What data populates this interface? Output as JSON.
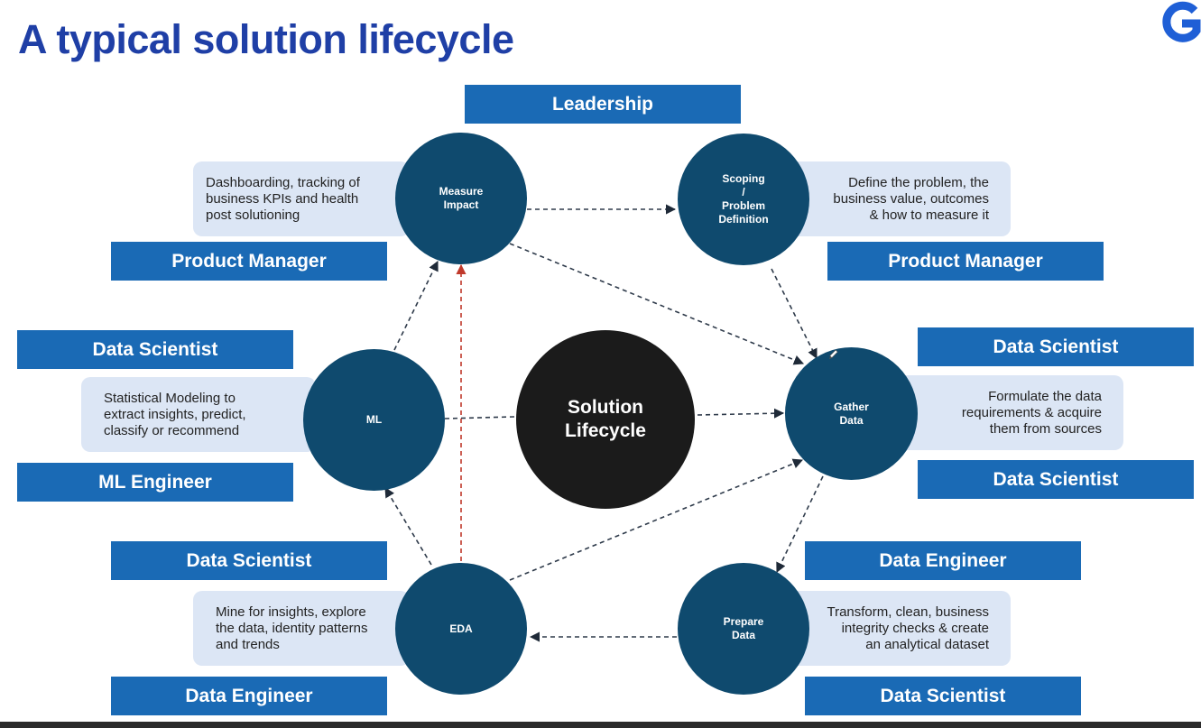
{
  "title": "A typical solution lifecycle",
  "roles": {
    "leadership": "Leadership",
    "measure_pm": "Product Manager",
    "scoping_pm": "Product Manager",
    "ml_ds": "Data Scientist",
    "ml_mle": "ML Engineer",
    "gather_ds_top": "Data Scientist",
    "gather_ds_bottom": "Data Scientist",
    "eda_ds": "Data Scientist",
    "eda_de": "Data Engineer",
    "prepare_de": "Data Engineer",
    "prepare_ds": "Data Scientist"
  },
  "descriptions": {
    "measure": [
      "Dashboarding, tracking of",
      "business KPIs and health",
      "post solutioning"
    ],
    "scoping": [
      "Define the problem, the",
      "business value, outcomes",
      "& how to measure it"
    ],
    "ml": [
      "Statistical Modeling to",
      "extract insights, predict,",
      "classify or recommend"
    ],
    "gather": [
      "Formulate the data",
      "requirements & acquire",
      "them from sources"
    ],
    "eda": [
      "Mine for insights, explore",
      "the data, identity patterns",
      "and trends"
    ],
    "prepare": [
      "Transform, clean, business",
      "integrity checks & create",
      "an analytical dataset"
    ]
  },
  "nodes": {
    "measure": [
      "Measure",
      "Impact"
    ],
    "scoping": [
      "Scoping",
      "/",
      "Problem",
      "Definition"
    ],
    "ml": [
      "ML"
    ],
    "gather": [
      "Gather",
      "Data"
    ],
    "eda": [
      "EDA"
    ],
    "prepare": [
      "Prepare",
      "Data"
    ],
    "center": [
      "Solution",
      "Lifecycle"
    ]
  },
  "colors": {
    "title": "#1f3fa6",
    "role_box": "#1a6ab5",
    "node": "#0f4a6e",
    "center_node": "#1b1b1b",
    "desc_box": "#dce6f5",
    "arrow": "#2e3a4a",
    "arrow_highlight": "#c0392b"
  },
  "icons": {
    "logo": "g-logo-icon",
    "pencil": "pencil-icon"
  }
}
